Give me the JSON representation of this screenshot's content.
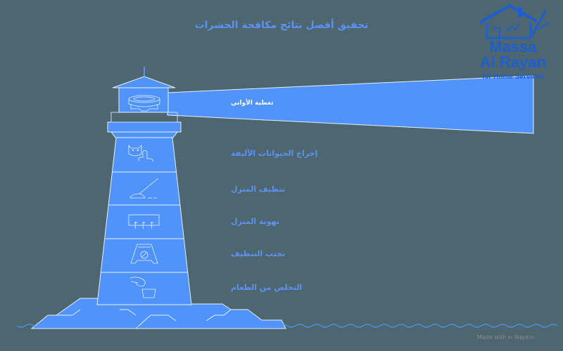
{
  "title": "تحقيق أفضل نتائج مكافحة الحشرات",
  "logo": {
    "line1": "Massa",
    "line2": "Al Rayan",
    "line3": "for Home Services"
  },
  "beam": {
    "label": "تغطية الأواني",
    "icon": "covered-pot-icon"
  },
  "steps": [
    {
      "label": "إخراج الحيوانات الأليفة",
      "icon": "pet-cat-icon"
    },
    {
      "label": "تنظيف المنزل",
      "icon": "broom-sweep-icon"
    },
    {
      "label": "تهوية المنزل",
      "icon": "ventilation-icon"
    },
    {
      "label": "تجنب التنظيف",
      "icon": "no-cleaning-sign-icon"
    },
    {
      "label": "التخلص من الطعام",
      "icon": "food-disposal-icon"
    }
  ],
  "colors": {
    "background": "#4d6670",
    "lighthouse": "#5093fb",
    "text": "#5b93f5",
    "outline": "#e6f0ff",
    "logo": "#1d5fd0"
  },
  "watermark": "Made with ⊳ Napkin"
}
